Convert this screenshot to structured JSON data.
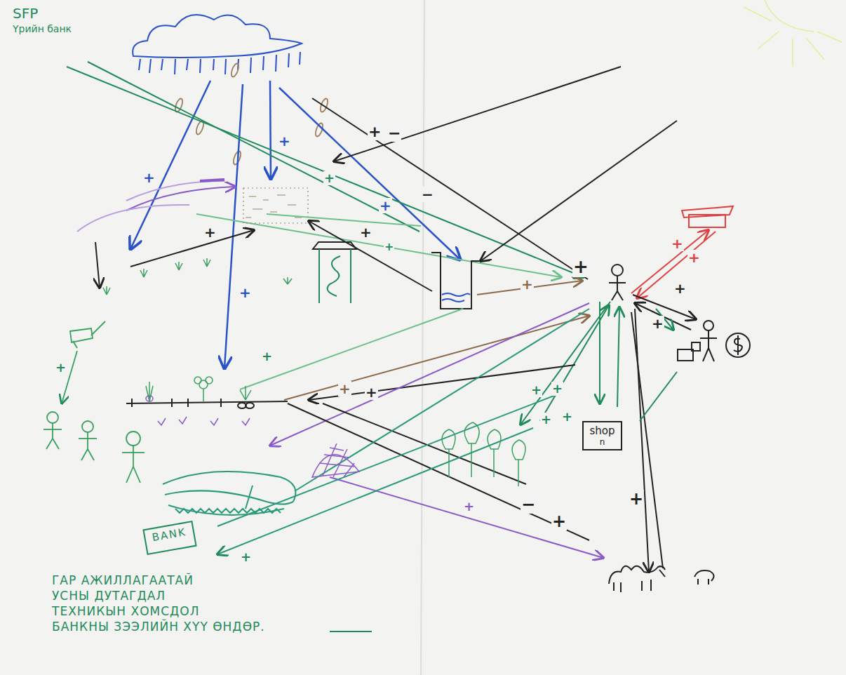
{
  "diagram": {
    "nodes": [
      {
        "text": [
          "shop",
          "n"
        ]
      },
      {
        "text": [
          "BANK"
        ]
      }
    ],
    "labels": [
      "SFP",
      "Үрийн банк",
      "ГАР АЖИЛЛАГААТАЙ",
      "УСНЫ ДУТАГДАЛ",
      "ТЕХНИКЫН ХОМСДОЛ",
      "БАНКНЫ ЗЭЭЛИЙН ХҮҮ ӨНДӨР.",
      "+",
      "−",
      "+",
      "+",
      "+",
      "+",
      "+",
      "+",
      "+",
      "−",
      "+",
      "+",
      "+",
      "+",
      "+",
      "+",
      "+",
      "+",
      "+",
      "+",
      "+",
      "+",
      "+",
      "+",
      "−",
      "+",
      "+",
      "+",
      "+",
      "+"
    ]
  }
}
